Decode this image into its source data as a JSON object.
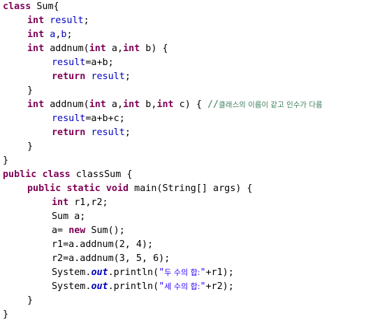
{
  "editor": {
    "language": "java",
    "colors": {
      "background": "#ffffff",
      "keyword": "#7f0055",
      "field": "#0000c0",
      "comment": "#3f7f5f",
      "string": "#2a00ff",
      "plain": "#000000"
    },
    "lines": [
      {
        "indent": 0,
        "tokens": [
          {
            "t": "class",
            "k": "keyword"
          },
          {
            "t": " Sum{",
            "k": "plain"
          }
        ]
      },
      {
        "indent": 1,
        "tokens": [
          {
            "t": "int",
            "k": "keyword"
          },
          {
            "t": " ",
            "k": "plain"
          },
          {
            "t": "result",
            "k": "field"
          },
          {
            "t": ";",
            "k": "plain"
          }
        ]
      },
      {
        "indent": 1,
        "tokens": [
          {
            "t": "int",
            "k": "keyword"
          },
          {
            "t": " ",
            "k": "plain"
          },
          {
            "t": "a",
            "k": "field"
          },
          {
            "t": ",",
            "k": "plain"
          },
          {
            "t": "b",
            "k": "field"
          },
          {
            "t": ";",
            "k": "plain"
          }
        ]
      },
      {
        "indent": 1,
        "tokens": [
          {
            "t": "int",
            "k": "keyword"
          },
          {
            "t": " addnum(",
            "k": "plain"
          },
          {
            "t": "int",
            "k": "keyword"
          },
          {
            "t": " a,",
            "k": "plain"
          },
          {
            "t": "int",
            "k": "keyword"
          },
          {
            "t": " b) {",
            "k": "plain"
          }
        ]
      },
      {
        "indent": 2,
        "tokens": [
          {
            "t": "result",
            "k": "field"
          },
          {
            "t": "=a+b;",
            "k": "plain"
          }
        ]
      },
      {
        "indent": 2,
        "tokens": [
          {
            "t": "return",
            "k": "keyword"
          },
          {
            "t": " ",
            "k": "plain"
          },
          {
            "t": "result",
            "k": "field"
          },
          {
            "t": ";",
            "k": "plain"
          }
        ]
      },
      {
        "indent": 1,
        "tokens": [
          {
            "t": "}",
            "k": "plain"
          }
        ]
      },
      {
        "indent": 1,
        "tokens": [
          {
            "t": "int",
            "k": "keyword"
          },
          {
            "t": " addnum(",
            "k": "plain"
          },
          {
            "t": "int",
            "k": "keyword"
          },
          {
            "t": " a,",
            "k": "plain"
          },
          {
            "t": "int",
            "k": "keyword"
          },
          {
            "t": " b,",
            "k": "plain"
          },
          {
            "t": "int",
            "k": "keyword"
          },
          {
            "t": " c) { ",
            "k": "plain"
          },
          {
            "t": "//",
            "k": "comment"
          },
          {
            "t": "클래스의 이름이 같고 인수가 다름",
            "k": "comment-kor"
          }
        ]
      },
      {
        "indent": 2,
        "tokens": [
          {
            "t": "result",
            "k": "field"
          },
          {
            "t": "=a+b+c;",
            "k": "plain"
          }
        ]
      },
      {
        "indent": 2,
        "tokens": [
          {
            "t": "return",
            "k": "keyword"
          },
          {
            "t": " ",
            "k": "plain"
          },
          {
            "t": "result",
            "k": "field"
          },
          {
            "t": ";",
            "k": "plain"
          }
        ]
      },
      {
        "indent": 1,
        "tokens": [
          {
            "t": "}",
            "k": "plain"
          }
        ]
      },
      {
        "indent": 0,
        "tokens": [
          {
            "t": "}",
            "k": "plain"
          }
        ]
      },
      {
        "indent": 0,
        "tokens": [
          {
            "t": "public",
            "k": "keyword"
          },
          {
            "t": " ",
            "k": "plain"
          },
          {
            "t": "class",
            "k": "keyword"
          },
          {
            "t": " classSum {",
            "k": "plain"
          }
        ]
      },
      {
        "indent": 1,
        "tokens": [
          {
            "t": "public",
            "k": "keyword"
          },
          {
            "t": " ",
            "k": "plain"
          },
          {
            "t": "static",
            "k": "keyword"
          },
          {
            "t": " ",
            "k": "plain"
          },
          {
            "t": "void",
            "k": "keyword"
          },
          {
            "t": " main(String[] args) {",
            "k": "plain"
          }
        ]
      },
      {
        "indent": 2,
        "tokens": [
          {
            "t": "int",
            "k": "keyword"
          },
          {
            "t": " r1,r2;",
            "k": "plain"
          }
        ]
      },
      {
        "indent": 2,
        "tokens": [
          {
            "t": "Sum a;",
            "k": "plain"
          }
        ]
      },
      {
        "indent": 2,
        "tokens": [
          {
            "t": "a= ",
            "k": "plain"
          },
          {
            "t": "new",
            "k": "keyword"
          },
          {
            "t": " Sum();",
            "k": "plain"
          }
        ]
      },
      {
        "indent": 2,
        "tokens": [
          {
            "t": "r1=a.addnum(2, 4);",
            "k": "plain"
          }
        ]
      },
      {
        "indent": 2,
        "tokens": [
          {
            "t": "r2=a.addnum(3, 5, 6);",
            "k": "plain"
          }
        ]
      },
      {
        "indent": 2,
        "tokens": [
          {
            "t": "System.",
            "k": "plain"
          },
          {
            "t": "out",
            "k": "static-field"
          },
          {
            "t": ".println(",
            "k": "plain"
          },
          {
            "t": "\"",
            "k": "string"
          },
          {
            "t": "두 수의 합:",
            "k": "string-kor"
          },
          {
            "t": "\"",
            "k": "string"
          },
          {
            "t": "+r1);",
            "k": "plain"
          }
        ]
      },
      {
        "indent": 2,
        "tokens": [
          {
            "t": "System.",
            "k": "plain"
          },
          {
            "t": "out",
            "k": "static-field"
          },
          {
            "t": ".println(",
            "k": "plain"
          },
          {
            "t": "\"",
            "k": "string"
          },
          {
            "t": "세 수의 합:",
            "k": "string-kor"
          },
          {
            "t": "\"",
            "k": "string"
          },
          {
            "t": "+r2);",
            "k": "plain"
          }
        ]
      },
      {
        "indent": 1,
        "tokens": [
          {
            "t": "}",
            "k": "plain"
          }
        ]
      },
      {
        "indent": 0,
        "tokens": [
          {
            "t": "}",
            "k": "plain"
          }
        ]
      }
    ]
  }
}
